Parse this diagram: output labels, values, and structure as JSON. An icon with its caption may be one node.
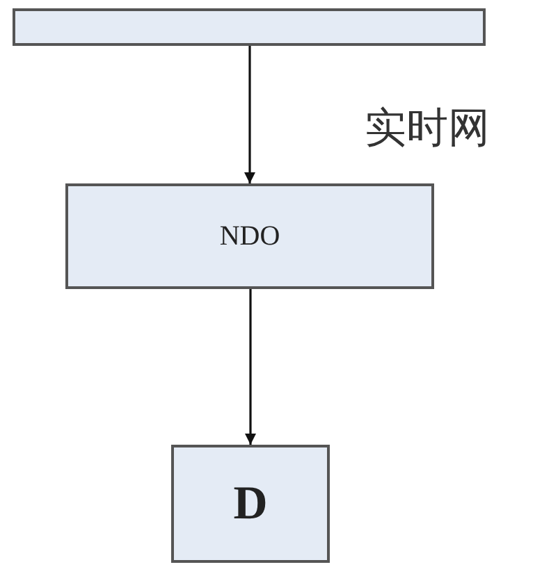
{
  "diagram": {
    "nodes": [
      {
        "text": [],
        "shape": "bar"
      },
      {
        "text": [
          "NDO"
        ]
      },
      {
        "text": [
          "D"
        ]
      }
    ],
    "edges": [
      {
        "from": 0,
        "to": 1,
        "arrow": "to"
      },
      {
        "from": 1,
        "to": 2,
        "arrow": "to"
      }
    ],
    "labels": [
      "实时网"
    ]
  }
}
